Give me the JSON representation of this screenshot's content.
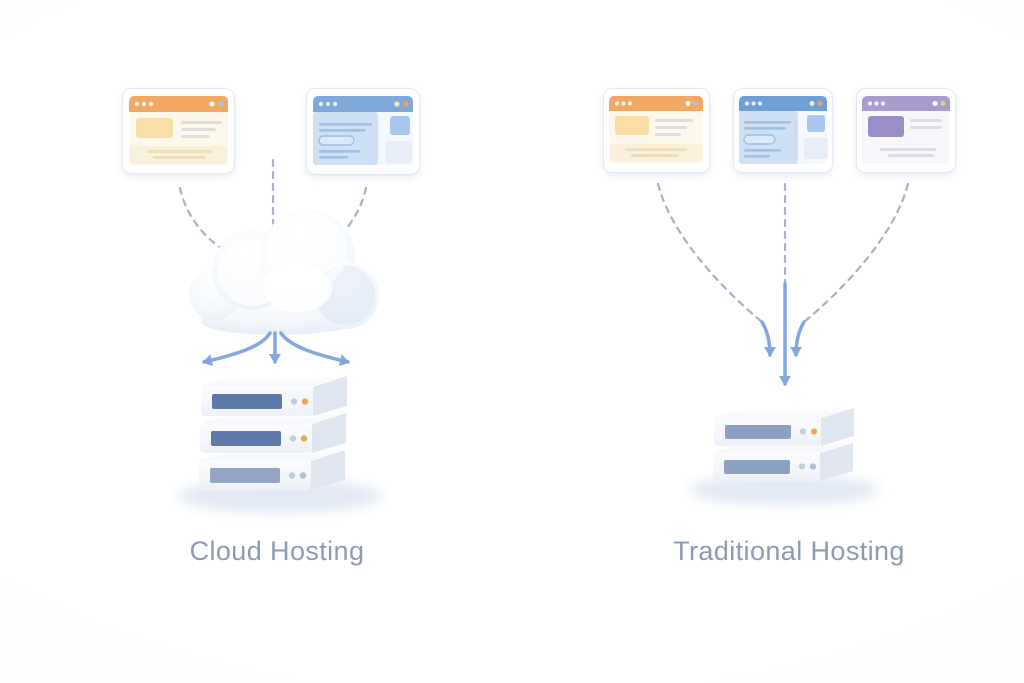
{
  "title_labels": {
    "left": "Cloud Hosting",
    "right": "Traditional Hosting"
  },
  "left_panel": {
    "label": "Cloud Hosting",
    "clients": [
      {
        "kind": "browser-window",
        "theme": "orange"
      },
      {
        "kind": "browser-window",
        "theme": "blue"
      }
    ],
    "hub": "cloud",
    "server_units": 3,
    "flow": "two browser clients connect through dashed lines into a cloud, which fans out three solid arrows to a three-unit server stack"
  },
  "right_panel": {
    "label": "Traditional Hosting",
    "clients": [
      {
        "kind": "browser-window",
        "theme": "orange"
      },
      {
        "kind": "browser-window",
        "theme": "blue"
      },
      {
        "kind": "browser-window",
        "theme": "purple"
      }
    ],
    "hub": "none",
    "server_units": 2,
    "flow": "three browser clients connect with dashed lines converging directly into solid arrows that point at a two-unit server stack"
  },
  "colors": {
    "label": "#8d9ab4",
    "card_bg": "#ffffff",
    "card_border": "#e3e9f2",
    "dashed": "#9aa8c0",
    "arrow": "#82a7dd",
    "orange_header": "#f0a864",
    "orange_body": "#fdf7ec",
    "orange_block": "#f9dfa6",
    "orange_strip": "#faf0dc",
    "orange_line": "#ecdcba",
    "gray_line": "#dcdcde",
    "blue_header": "#7fa9db",
    "blue_header2": "#6f9ed6",
    "blue_panel": "#cfe0f3",
    "blue_line": "#9fbde4",
    "blue_pill_fill": "#dbe8f7",
    "blue_square": "#a9c6ec",
    "blue_light": "#e7eef7",
    "purple_header": "#a89ccf",
    "purple_body": "#f8f7fc",
    "purple_block": "#9a8dc8",
    "purple_line": "#dedbe9",
    "dot_white": "#ffffff",
    "dot_blue": "#a9c2e8",
    "dot_cream": "#f6e6bd",
    "dot_orange": "#eda55c",
    "dot_yellow": "#ecca70",
    "cloud_shade": "#d7e3f3",
    "server_side": "#e0e6f0",
    "slot_dark": "#5e7aa8",
    "slot_light": "#93a5c2",
    "slot_mid": "#8ba0c2",
    "led_gray": "#c4ccd9",
    "led_orange": "#eaa94e",
    "led_blue": "#aebfdc",
    "ground_shadow": "#e2e9f4"
  }
}
